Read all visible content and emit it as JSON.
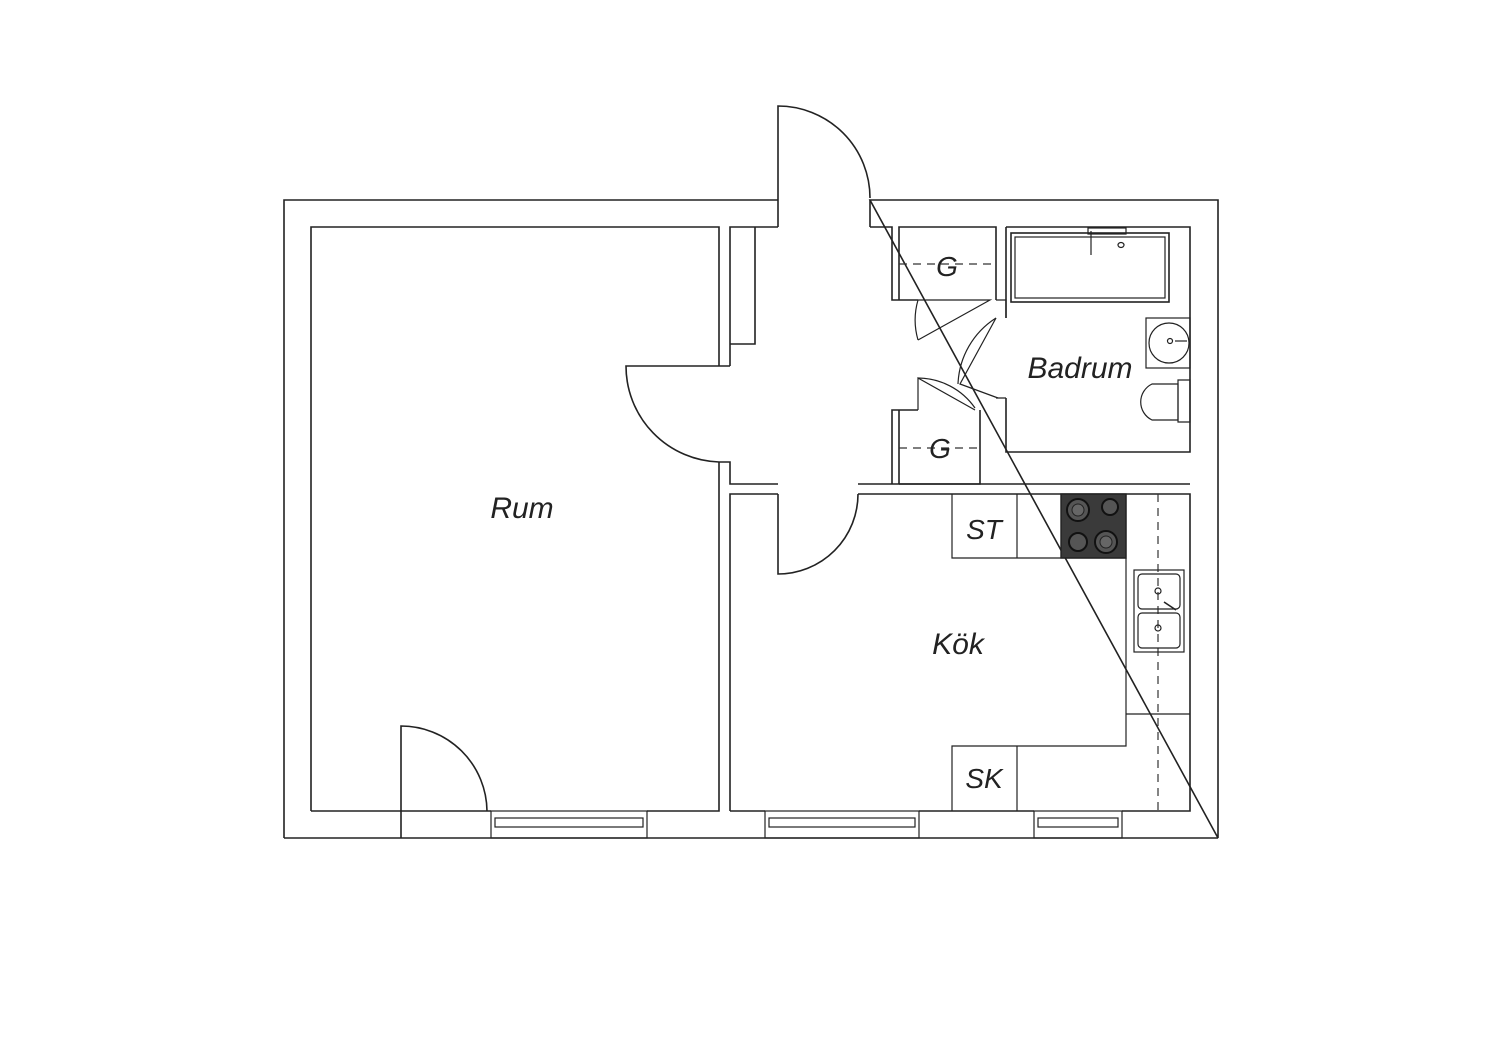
{
  "rooms": {
    "rum": "Rum",
    "kok": "Kök",
    "badrum": "Badrum",
    "closet_1": "G",
    "closet_2": "G",
    "stove_cabinet": "ST",
    "fridge_cabinet": "SK"
  }
}
